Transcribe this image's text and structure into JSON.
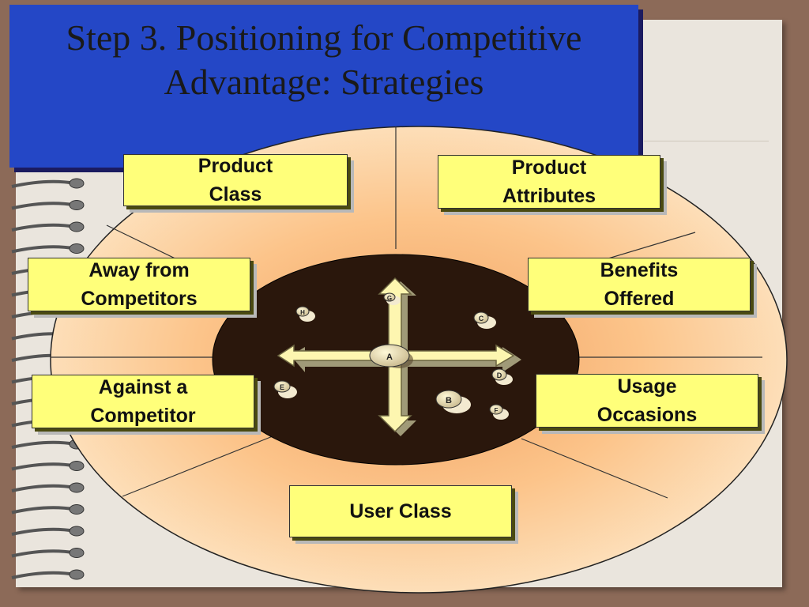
{
  "slide": {
    "title": "Step 3. Positioning for Competitive Advantage: Strategies"
  },
  "strategies": {
    "product_class": "Product\nClass",
    "product_attributes": "Product\nAttributes",
    "away_from_competitors": "Away from\nCompetitors",
    "benefits_offered": "Benefits\nOffered",
    "against_a_competitor": "Against a\nCompetitor",
    "usage_occasions": "Usage\nOccasions",
    "user_class": "User Class"
  },
  "brands": {
    "a": "A",
    "b": "B",
    "c": "C",
    "d": "D",
    "e": "E",
    "f": "F",
    "g": "G",
    "h": "H"
  },
  "colors": {
    "background": "#8c6a58",
    "paper": "#eae5dd",
    "title_box": "#2447c6",
    "ellipse_fill": "#fcc48a",
    "inner_ellipse": "#2a170c",
    "box_fill": "#ffff7a"
  }
}
